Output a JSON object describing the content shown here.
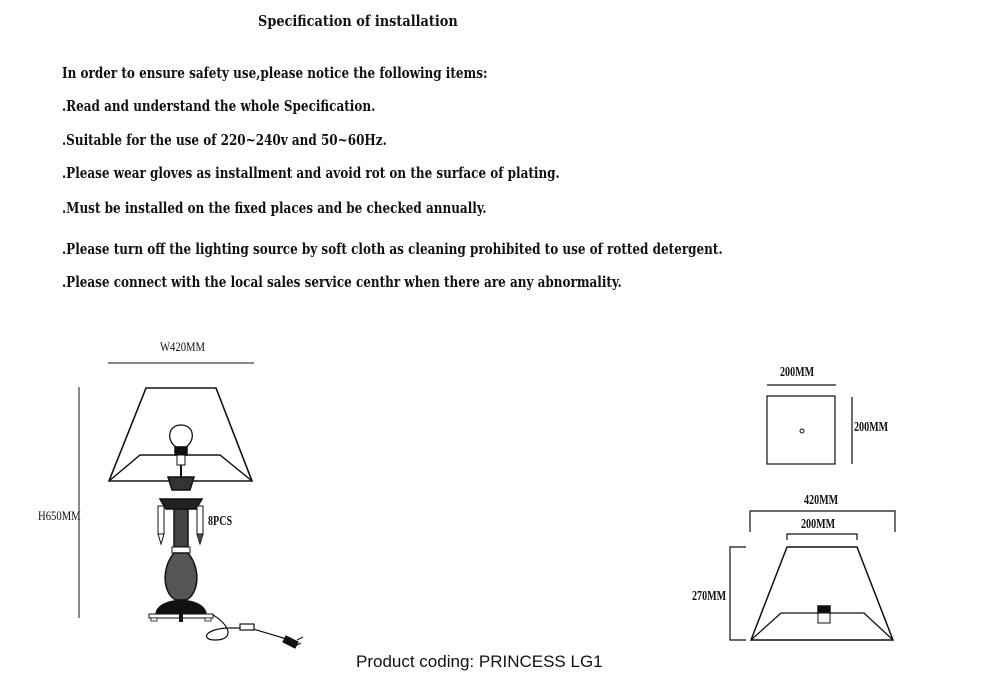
{
  "document": {
    "title": "Specification of installation",
    "intro": "In order to ensure safety use,please notice the following items:",
    "items": [
      ".Read and understand the whole Specification.",
      ".Suitable for the use of 220~240v and 50~60Hz.",
      ".Please wear gloves as installment and avoid rot on the surface of plating.",
      ".Must be installed on the fixed places and be checked annually.",
      ".Please turn off the lighting source by soft cloth as cleaning prohibited to use of rotted detergent.",
      ".Please connect with the local sales service centhr when there are any abnormality."
    ],
    "footer": "Product coding: PRINCESS LG1"
  },
  "lamp_diagram": {
    "width_label": "W420MM",
    "height_label": "H650MM",
    "crystals_label": "8PCS"
  },
  "base_diagram": {
    "width_label": "200MM",
    "depth_label": "200MM"
  },
  "shade_diagram": {
    "bottom_width_label": "420MM",
    "top_width_label": "200MM",
    "height_label": "270MM"
  }
}
